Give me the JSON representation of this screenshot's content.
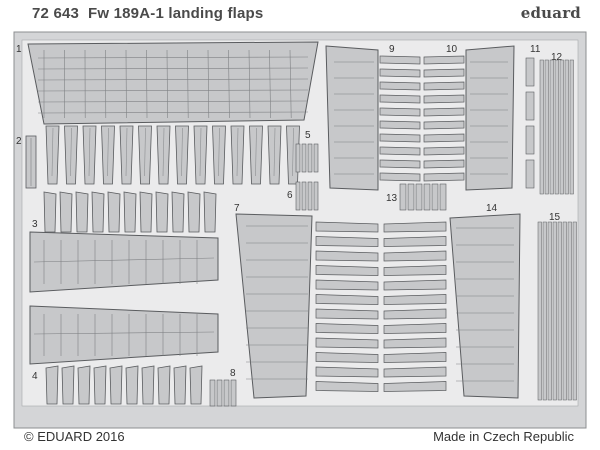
{
  "header": {
    "code": "72 643",
    "title": "Fw 189A-1 landing flaps",
    "brand": "eduard"
  },
  "footer": {
    "copyright": "© EDUARD 2016",
    "origin": "Made in Czech Republic"
  },
  "part_numbers": [
    "1",
    "2",
    "3",
    "4",
    "5",
    "6",
    "7",
    "8",
    "9",
    "10",
    "11",
    "12",
    "13",
    "14",
    "15"
  ],
  "colors": {
    "metal": "#c7c8ca",
    "metal_dark": "#8d8f92",
    "outline": "#5a5c5f",
    "fret": "#d4d5d7",
    "background": "#ffffff"
  }
}
